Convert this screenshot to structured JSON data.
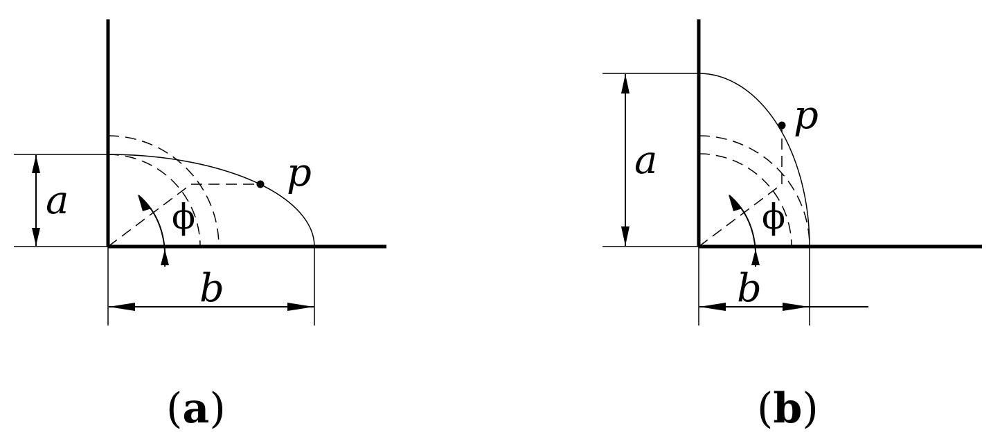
{
  "panels": [
    {
      "id": "a",
      "caption_open": "(",
      "caption_letter": "a",
      "caption_close": ")",
      "label_a": "a",
      "label_b": "b",
      "label_p": "p",
      "label_phi": "ϕ"
    },
    {
      "id": "b",
      "caption_open": "(",
      "caption_letter": "b",
      "caption_close": ")",
      "label_a": "a",
      "label_b": "b",
      "label_p": "p",
      "label_phi": "ϕ"
    }
  ]
}
